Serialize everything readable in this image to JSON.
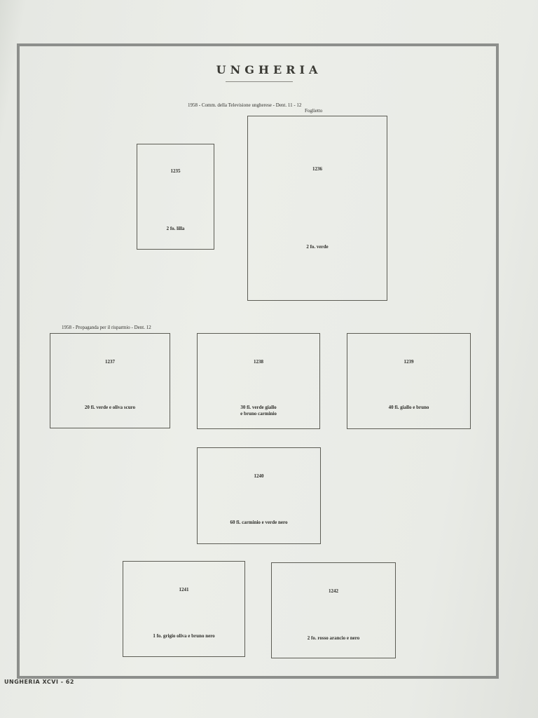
{
  "page": {
    "title": "UNGHERIA",
    "footer": "UNGHERIA XCVI - 62"
  },
  "sections": [
    {
      "caption": "1958 - Comm. della Televisione ungherese - Dent. 11 - 12",
      "sub_caption": "Foglietto"
    },
    {
      "caption": "1958 - Propaganda per il risparmio - Dent. 12"
    }
  ],
  "stamps": [
    {
      "number": "1235",
      "description": "2 fo. lilla"
    },
    {
      "number": "1236",
      "description": "2 fo. verde"
    },
    {
      "number": "1237",
      "description": "20 fi. verde e oliva scuro"
    },
    {
      "number": "1238",
      "description": "30 fi. verde giallo\ne bruno carminio"
    },
    {
      "number": "1239",
      "description": "40 fi. giallo e bruno"
    },
    {
      "number": "1240",
      "description": "60 fi. carminio e verde nero"
    },
    {
      "number": "1241",
      "description": "1 fo. grigio oliva e bruno nero"
    },
    {
      "number": "1242",
      "description": "2 fo. rosso arancio e nero"
    }
  ]
}
